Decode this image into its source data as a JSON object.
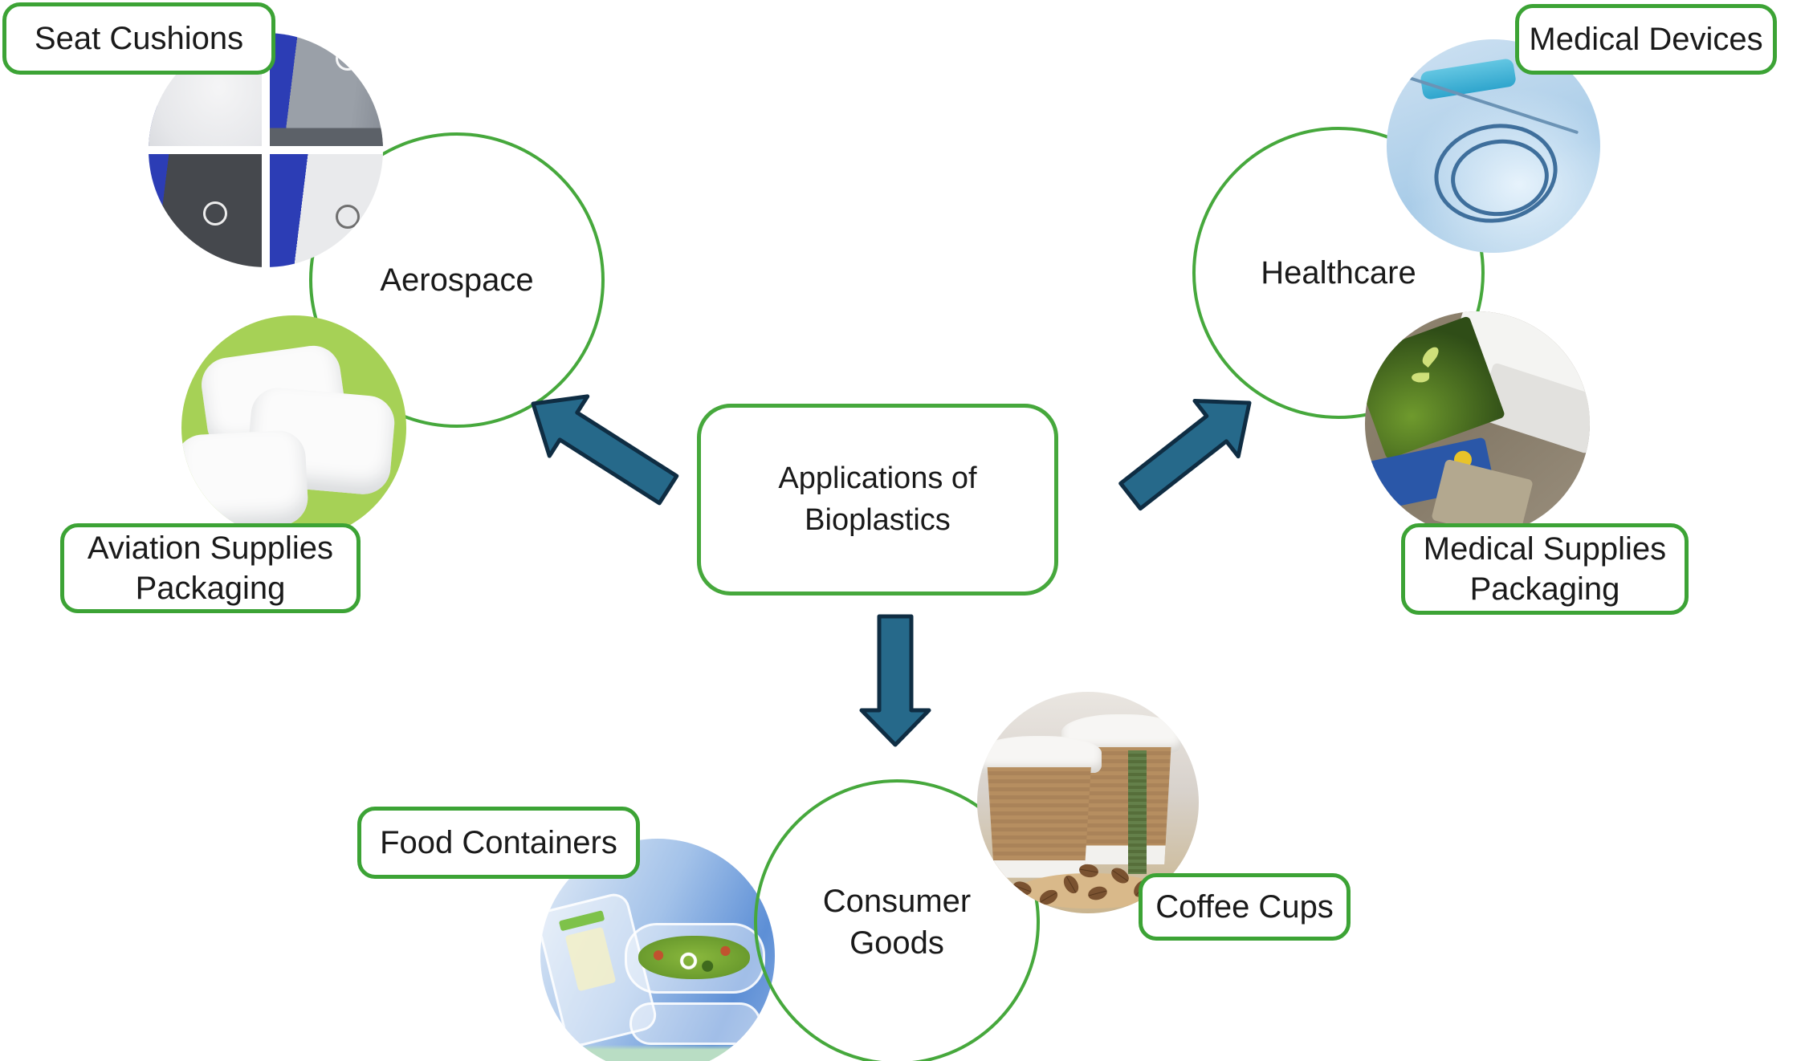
{
  "diagram": {
    "center": {
      "label": "Applications of Bioplastics"
    },
    "categories": {
      "aerospace": "Aerospace",
      "healthcare": "Healthcare",
      "consumer_goods": "Consumer Goods"
    },
    "labels": {
      "seat_cushions": "Seat Cushions",
      "aviation_supplies": "Aviation Supplies Packaging",
      "medical_devices": "Medical Devices",
      "medical_supplies": "Medical Supplies Packaging",
      "food_containers": "Food Containers",
      "coffee_cups": "Coffee Cups"
    },
    "photos": {
      "aerospace": [
        "seat-cushions-photo",
        "aviation-supplies-photo"
      ],
      "healthcare": [
        "medical-devices-photo",
        "medical-supplies-photo"
      ],
      "consumer_goods": [
        "food-containers-photo",
        "coffee-cups-photo"
      ]
    },
    "colors": {
      "outline_green": "#46a83c",
      "label_border_green": "#3ca335",
      "arrow_fill": "#26698a",
      "arrow_outline": "#0f2d43",
      "aviation_photo_bg": "#a6d156",
      "text": "#1a1a1a"
    }
  }
}
